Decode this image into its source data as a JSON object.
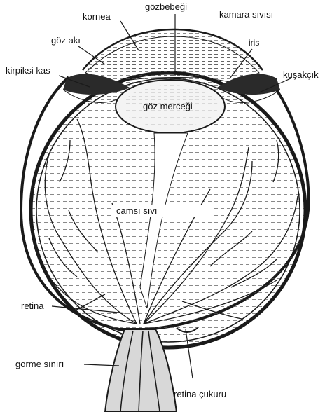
{
  "labels": {
    "kornea": "kornea",
    "gozbebegi": "gözbebeği",
    "kamara_sivisi": "kamara sıvısı",
    "goz_aki": "göz akı",
    "iris": "iris",
    "kirpiksi_kas": "kirpiksi kas",
    "kusakcik": "kuşakçık",
    "goz_mercegi": "göz merceği",
    "cams_sivi": "camsı sıvı",
    "retina": "retina",
    "gorme_siniri": "gorme sınırı",
    "retina_cukuru": "retina çukuru"
  },
  "colors": {
    "ink": "#1a1a1a",
    "paper": "#ffffff",
    "fill": "#f4f4f4"
  }
}
